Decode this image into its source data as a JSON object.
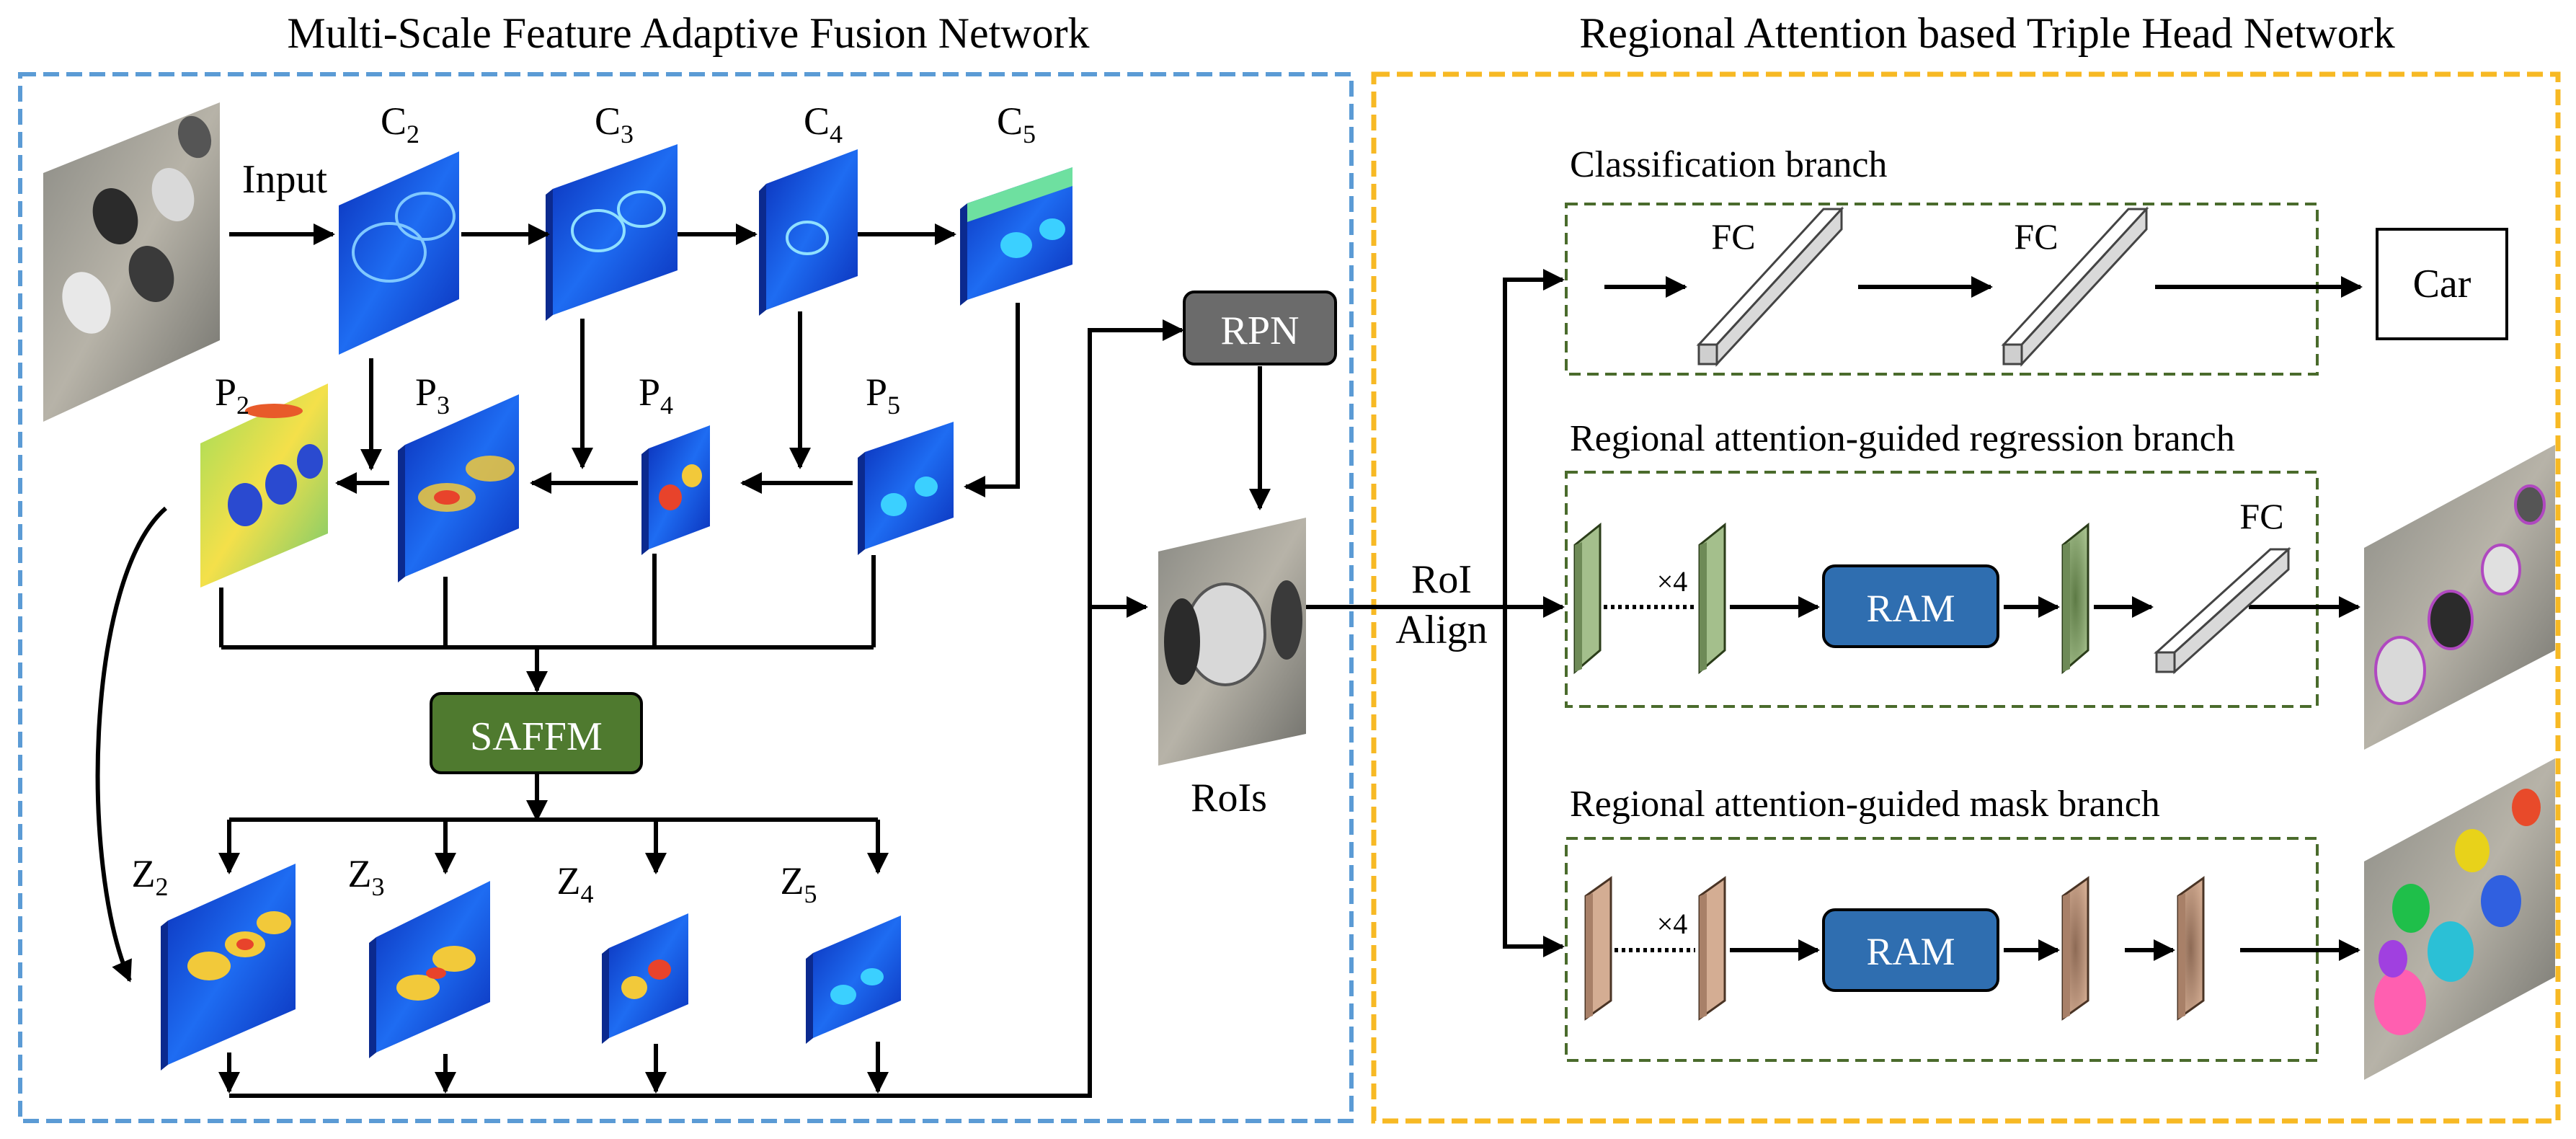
{
  "titles": {
    "left": "Multi-Scale Feature Adaptive Fusion Network",
    "right": "Regional Attention based Triple Head Network"
  },
  "labels": {
    "input": "Input",
    "rpn": "RPN",
    "rois": "RoIs",
    "roi_align_1": "RoI",
    "roi_align_2": "Align",
    "saffm": "SAFFM",
    "car": "Car",
    "fc": "FC",
    "ram": "RAM",
    "x4": "×4"
  },
  "feature_maps": {
    "c": [
      {
        "letter": "C",
        "sub": "2"
      },
      {
        "letter": "C",
        "sub": "3"
      },
      {
        "letter": "C",
        "sub": "4"
      },
      {
        "letter": "C",
        "sub": "5"
      }
    ],
    "p": [
      {
        "letter": "P",
        "sub": "2"
      },
      {
        "letter": "P",
        "sub": "3"
      },
      {
        "letter": "P",
        "sub": "4"
      },
      {
        "letter": "P",
        "sub": "5"
      }
    ],
    "z": [
      {
        "letter": "Z",
        "sub": "2"
      },
      {
        "letter": "Z",
        "sub": "3"
      },
      {
        "letter": "Z",
        "sub": "4"
      },
      {
        "letter": "Z",
        "sub": "5"
      }
    ]
  },
  "branches": {
    "classification": "Classification branch",
    "regression": "Regional attention-guided regression branch",
    "mask": "Regional attention-guided mask branch"
  },
  "colors": {
    "left_border": "#5b9bd5",
    "right_border": "#f7b924",
    "branch_border": "#4a6b2c",
    "rpn_fill": "#6b6b6b",
    "saffm_fill": "#4f7a2f",
    "ram_fill": "#2f6eb0",
    "green_plate": "#a4bf8c",
    "tan_plate": "#d4ad93"
  }
}
